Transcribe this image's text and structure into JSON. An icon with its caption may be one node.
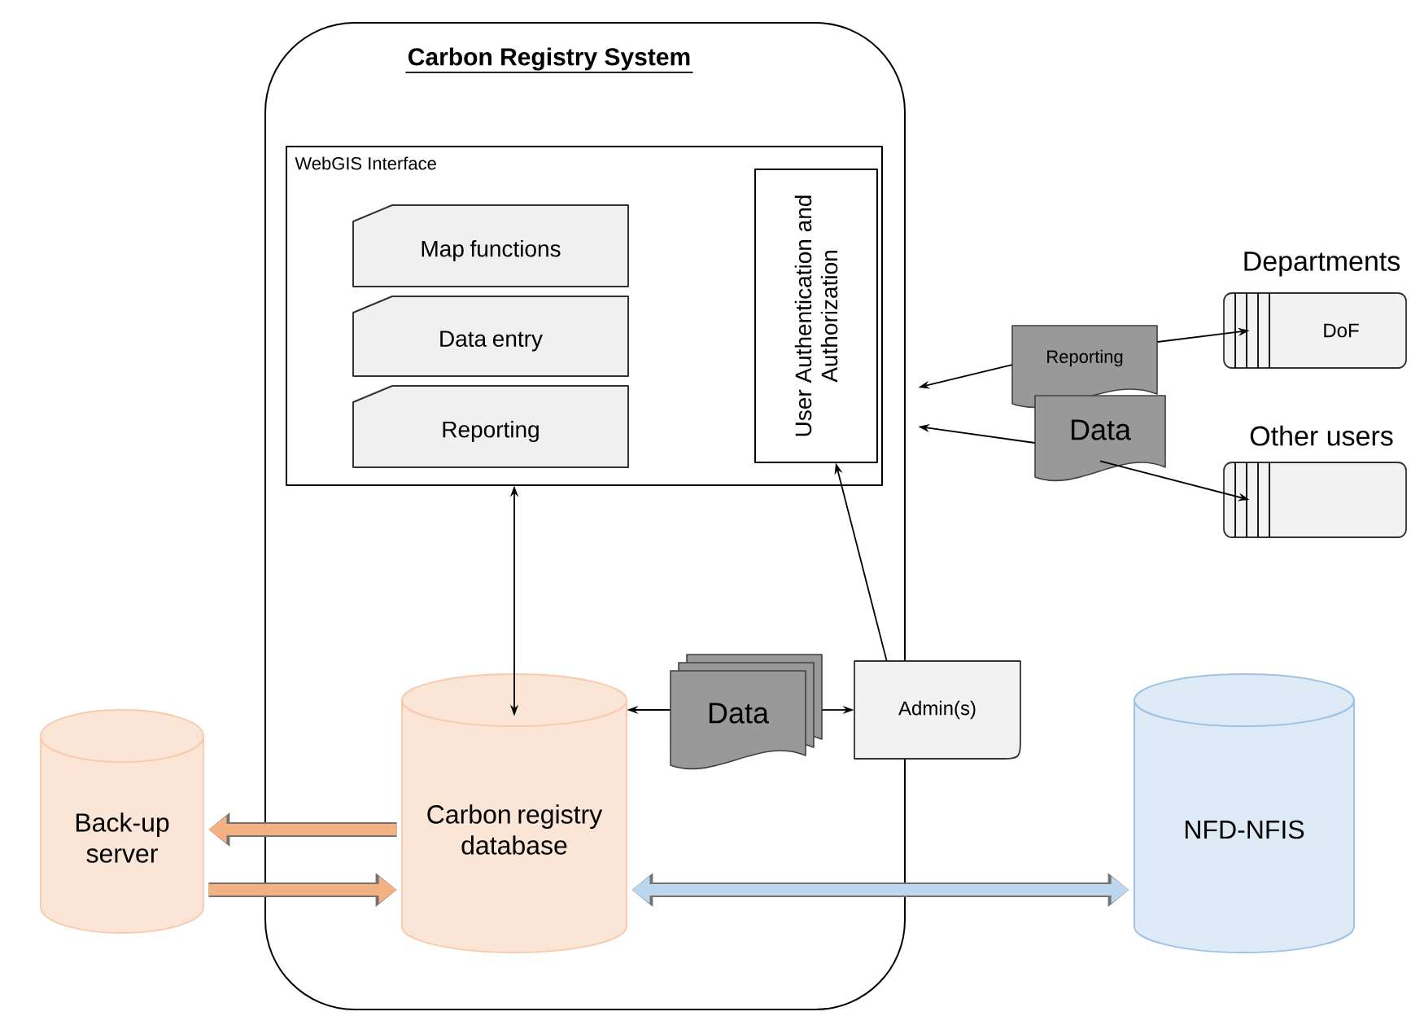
{
  "diagram": {
    "nodes": [
      {
        "text": [
          "Carbon Registry System"
        ]
      },
      {
        "text": [
          "WebGIS Interface"
        ],
        "in": 0
      },
      {
        "text": [
          "Map functions"
        ],
        "in": 1
      },
      {
        "text": [
          "Data entry"
        ],
        "in": 1
      },
      {
        "text": [
          "Reporting"
        ],
        "in": 1
      },
      {
        "text": [
          "User Authentication and Authorization"
        ],
        "in": 1
      },
      {
        "text": [
          "Reporting"
        ]
      },
      {
        "text": [
          "Data"
        ]
      },
      {
        "text": [
          "DoF"
        ],
        "beside": [
          "Departments"
        ]
      },
      {
        "text": [],
        "shape": "box",
        "beside": [
          "Other users"
        ]
      },
      {
        "text": [
          "Data"
        ],
        "in": 0
      },
      {
        "text": [
          "Admin(s)"
        ]
      },
      {
        "text": [
          "Back-up server"
        ]
      },
      {
        "text": [
          "Carbon registry database"
        ],
        "in": 0
      },
      {
        "text": [
          "NFD-NFIS"
        ]
      }
    ],
    "edges": [
      {
        "from": 1,
        "to": 13,
        "arrow": "both"
      },
      {
        "from": 11,
        "to": 5,
        "arrow": "to"
      },
      {
        "from": 10,
        "to": 13,
        "arrow": "to"
      },
      {
        "from": 10,
        "to": 11,
        "arrow": "to"
      },
      {
        "from": 6,
        "to": 0,
        "arrow": "to"
      },
      {
        "from": 7,
        "to": 0,
        "arrow": "to"
      },
      {
        "from": 6,
        "to": 8,
        "arrow": "to"
      },
      {
        "from": 7,
        "to": 9,
        "arrow": "to"
      },
      {
        "from": 13,
        "to": 12,
        "arrow": "to",
        "style": "thick",
        "color": "#f4b183"
      },
      {
        "from": 12,
        "to": 13,
        "arrow": "to",
        "style": "thick",
        "color": "#f4b183"
      },
      {
        "from": 13,
        "to": 14,
        "arrow": "both",
        "style": "thick",
        "color": "#bdd7ee"
      }
    ]
  }
}
